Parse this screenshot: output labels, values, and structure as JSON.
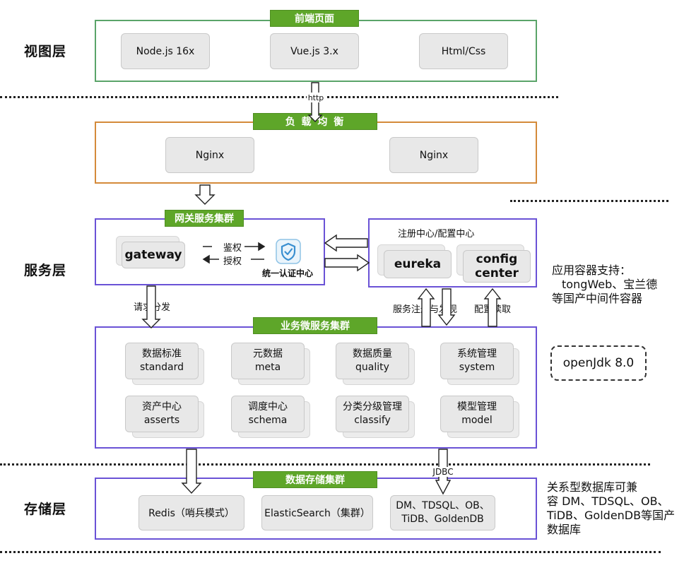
{
  "layers": {
    "view": "视图层",
    "service": "服务层",
    "storage": "存储层"
  },
  "frontend": {
    "title": "前端页面",
    "items": [
      "Node.js 16x",
      "Vue.js 3.x",
      "Html/Css"
    ]
  },
  "http_label": "http",
  "loadbalance": {
    "title": "负 载 均 衡",
    "items": [
      "Nginx",
      "Nginx"
    ]
  },
  "gateway_cluster": {
    "title": "网关服务集群",
    "gateway": "gateway",
    "auth_label": "鉴权",
    "grant_label": "授权",
    "auth_center": "统一认证中心"
  },
  "registry": {
    "title": "注册中心/配置中心",
    "eureka": "eureka",
    "config_line1": "config",
    "config_line2": "center"
  },
  "container_note": {
    "line1": "应用容器支持：",
    "line2": "tongWeb、宝兰德",
    "line3": "等国产中间件容器"
  },
  "links": {
    "request_dispatch": "请求分发",
    "service_register": "服务注册与发现",
    "config_read": "配置读取",
    "jdbc": "JDBC"
  },
  "business_cluster": {
    "title": "业务微服务集群",
    "services": [
      {
        "cn": "数据标准",
        "en": "standard"
      },
      {
        "cn": "元数据",
        "en": "meta"
      },
      {
        "cn": "数据质量",
        "en": "quality"
      },
      {
        "cn": "系统管理",
        "en": "system"
      },
      {
        "cn": "资产中心",
        "en": "asserts"
      },
      {
        "cn": "调度中心",
        "en": "schema"
      },
      {
        "cn": "分类分级管理",
        "en": "classify"
      },
      {
        "cn": "模型管理",
        "en": "model"
      }
    ]
  },
  "jdk": "openJdk 8.0",
  "storage_cluster": {
    "title": "数据存储集群",
    "items": [
      "Redis（哨兵模式）",
      "ElasticSearch（集群）"
    ],
    "db_line1": "DM、TDSQL、OB、",
    "db_line2": "TiDB、GoldenDB"
  },
  "db_note": {
    "line1": "关系型数据库可兼",
    "line2": "容 DM、TDSQL、OB、",
    "line3": "TiDB、GoldenDB等国产",
    "line4": "数据库"
  },
  "colors": {
    "green_label": "#5ea629",
    "frontend_border": "#5aa469",
    "lb_border": "#d48a3a",
    "service_border": "#6a52d6"
  }
}
